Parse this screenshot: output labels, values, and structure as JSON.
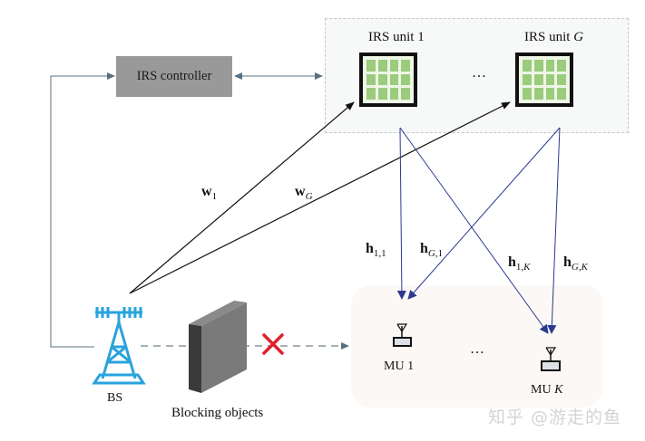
{
  "diagram": {
    "irs_controller": {
      "label": "IRS controller"
    },
    "irs_units": [
      {
        "label_prefix": "IRS unit ",
        "label_index": "1",
        "index_italic": false
      },
      {
        "label_prefix": "IRS unit ",
        "label_index": "G",
        "index_italic": true
      }
    ],
    "irs_ellipsis": "…",
    "base_station": {
      "label": "BS"
    },
    "blocking": {
      "label": "Blocking objects"
    },
    "blocked_marker": "✕",
    "mobile_users": [
      {
        "label_prefix": "MU ",
        "label_index": "1",
        "index_italic": false
      },
      {
        "label_prefix": "MU ",
        "label_index": "K",
        "index_italic": true
      }
    ],
    "mu_ellipsis": "…",
    "channels": {
      "w1": {
        "symbol": "w",
        "sub": "1"
      },
      "wG": {
        "symbol": "w",
        "sub": "G"
      },
      "h11": {
        "symbol": "h",
        "sub": "1,1"
      },
      "hG1": {
        "symbol": "h",
        "sub_a": "G",
        "sub_b": ",1"
      },
      "h1K": {
        "symbol": "h",
        "sub_a": "1,",
        "sub_b": "K"
      },
      "hGK": {
        "symbol": "h",
        "sub": "G,K"
      }
    },
    "colors": {
      "controller_fill": "#999999",
      "irs_element": "#9bcb7c",
      "bs_tower": "#29a3dd",
      "blocked_x": "#e0202a",
      "user_links": "#2b3990",
      "bs_links": "#111111",
      "control_links": "#5a7080"
    }
  },
  "watermark": "知乎 @游走的鱼"
}
